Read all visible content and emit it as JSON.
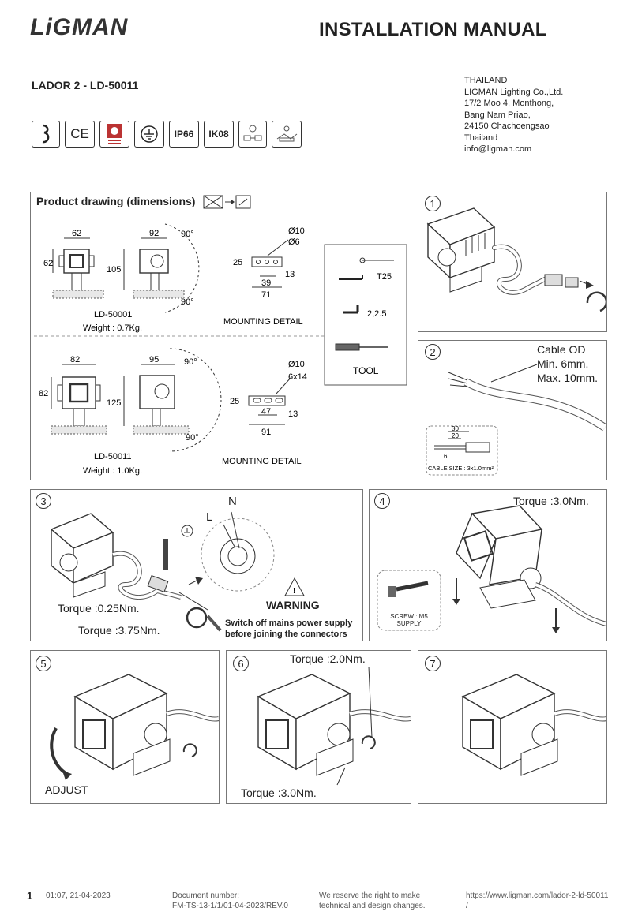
{
  "header": {
    "logo": "LiGMAN",
    "title": "INSTALLATION MANUAL",
    "product": "LADOR 2 - LD-50011",
    "address": [
      "THAILAND",
      "LIGMAN Lighting Co.,Ltd.",
      "17/2 Moo 4, Monthong,",
      "Bang Nam Priao,",
      "24150 Chachoengsao",
      "Thailand",
      "info@ligman.com"
    ]
  },
  "certifications": {
    "ip": "IP66",
    "ik": "IK08",
    "ce": "CE"
  },
  "drawing": {
    "title": "Product drawing (dimensions)",
    "small": {
      "w": "62",
      "h": "62",
      "d": "92",
      "height": "105",
      "angle_top": "90°",
      "angle_bottom": "90°",
      "model": "LD-50001",
      "weight": "Weight : 0.7Kg."
    },
    "small_mount": {
      "hole_large": "Ø10",
      "hole_small": "Ø6",
      "h": "25",
      "inner": "39",
      "outer": "71",
      "t": "13",
      "label": "MOUNTING DETAIL"
    },
    "large": {
      "w": "82",
      "h": "82",
      "d": "95",
      "height": "125",
      "angle_top": "90°",
      "angle_bottom": "90°",
      "model": "LD-50011",
      "weight": "Weight : 1.0Kg."
    },
    "large_mount": {
      "hole_large": "Ø10",
      "slot": "6x14",
      "h": "25",
      "inner": "47",
      "outer": "91",
      "t": "13",
      "label": "MOUNTING DETAIL"
    },
    "tool": {
      "torx": "T25",
      "hex": "2,2.5",
      "label": "TOOL"
    }
  },
  "steps": {
    "s1": {
      "num": "1"
    },
    "s2": {
      "num": "2",
      "cable_od": "Cable OD",
      "min": "Min. 6mm.",
      "max": "Max. 10mm.",
      "strip_a": "30",
      "strip_b": "20",
      "strip_c": "6",
      "cable_size": "CABLE SIZE : 3x1.0mm²"
    },
    "s3": {
      "num": "3",
      "l": "L",
      "n": "N",
      "torque_a": "Torque :0.25Nm.",
      "torque_b": "Torque :3.75Nm.",
      "warning": "WARNING",
      "warn_1": "Switch off mains power supply",
      "warn_2": "before joining the connectors"
    },
    "s4": {
      "num": "4",
      "torque": "Torque :3.0Nm.",
      "screw": "SCREW : M5",
      "supply": "SUPPLY"
    },
    "s5": {
      "num": "5",
      "adjust": "ADJUST"
    },
    "s6": {
      "num": "6",
      "torque_top": "Torque :2.0Nm.",
      "torque_bottom": "Torque :3.0Nm."
    },
    "s7": {
      "num": "7"
    }
  },
  "footer": {
    "page": "1",
    "timestamp": "01:07, 21-04-2023",
    "doc_1": "Document number:",
    "doc_2": "FM-TS-13-1/1/01-04-2023/REV.0",
    "rights_1": "We reserve the right to make",
    "rights_2": "technical and design changes.",
    "url_1": "https://www.ligman.com/lador-2-ld-50011",
    "url_2": "/"
  }
}
